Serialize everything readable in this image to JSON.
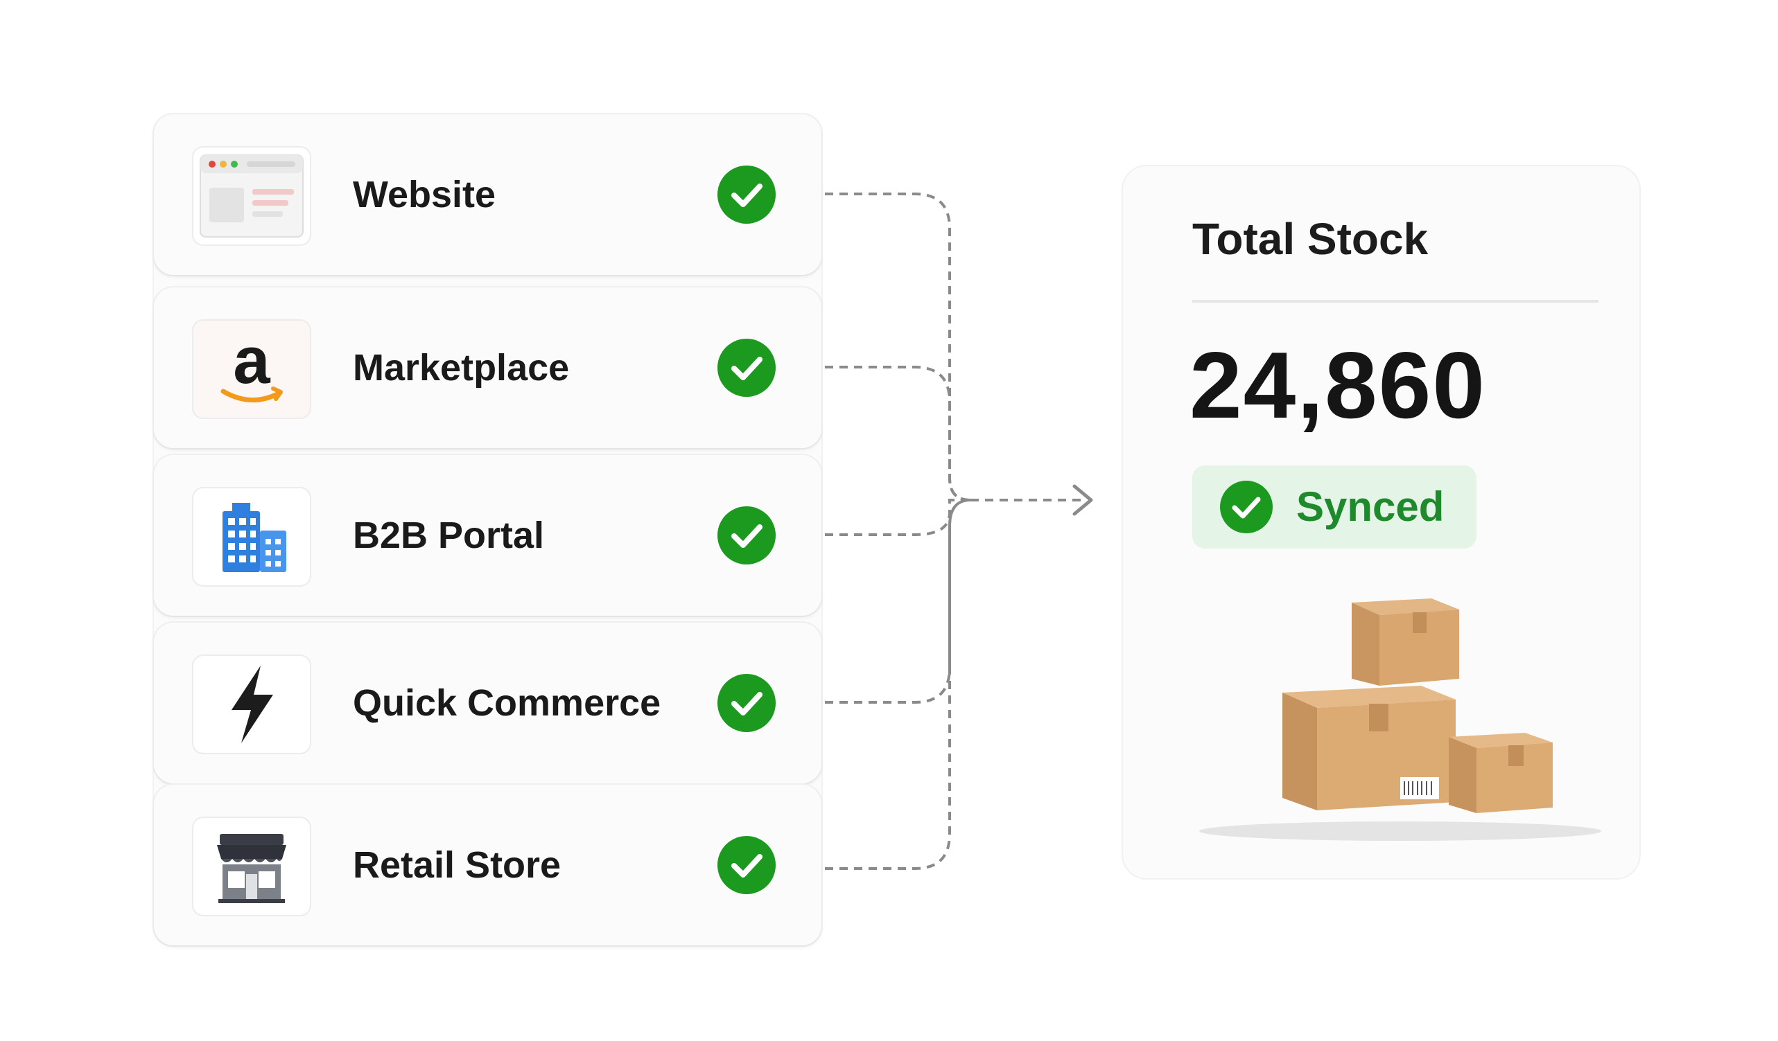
{
  "channels": [
    {
      "label": "Website",
      "icon": "browser-window-icon"
    },
    {
      "label": "Marketplace",
      "icon": "amazon-logo-icon"
    },
    {
      "label": "B2B Portal",
      "icon": "office-building-icon"
    },
    {
      "label": "Quick Commerce",
      "icon": "lightning-bolt-icon"
    },
    {
      "label": "Retail Store",
      "icon": "storefront-icon"
    }
  ],
  "stock": {
    "title": "Total Stock",
    "value": "24,860",
    "status": "Synced"
  },
  "colors": {
    "check_green": "#1b9a1f",
    "synced_bg": "#e4f4e6",
    "synced_text": "#1e8a2c",
    "connector": "#8a8a8a"
  }
}
